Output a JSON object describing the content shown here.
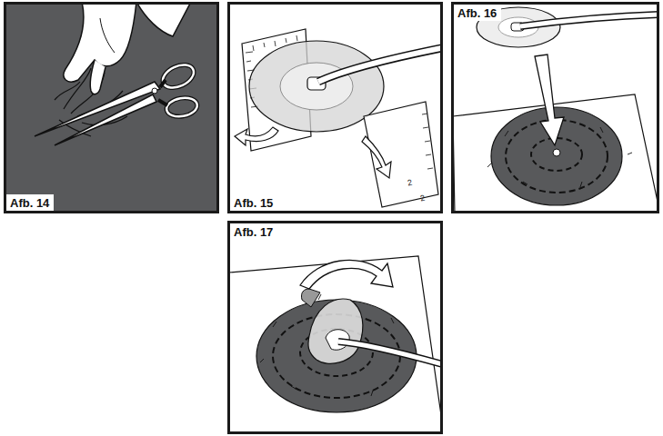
{
  "diagram": {
    "nodes": [
      {
        "text": [
          "Afb. 14"
        ]
      },
      {
        "text": [
          "Afb. 15"
        ]
      },
      {
        "text": [
          "Afb. 16"
        ]
      },
      {
        "text": [
          "Afb. 17"
        ]
      }
    ],
    "labels": [
      "2",
      "2"
    ]
  }
}
